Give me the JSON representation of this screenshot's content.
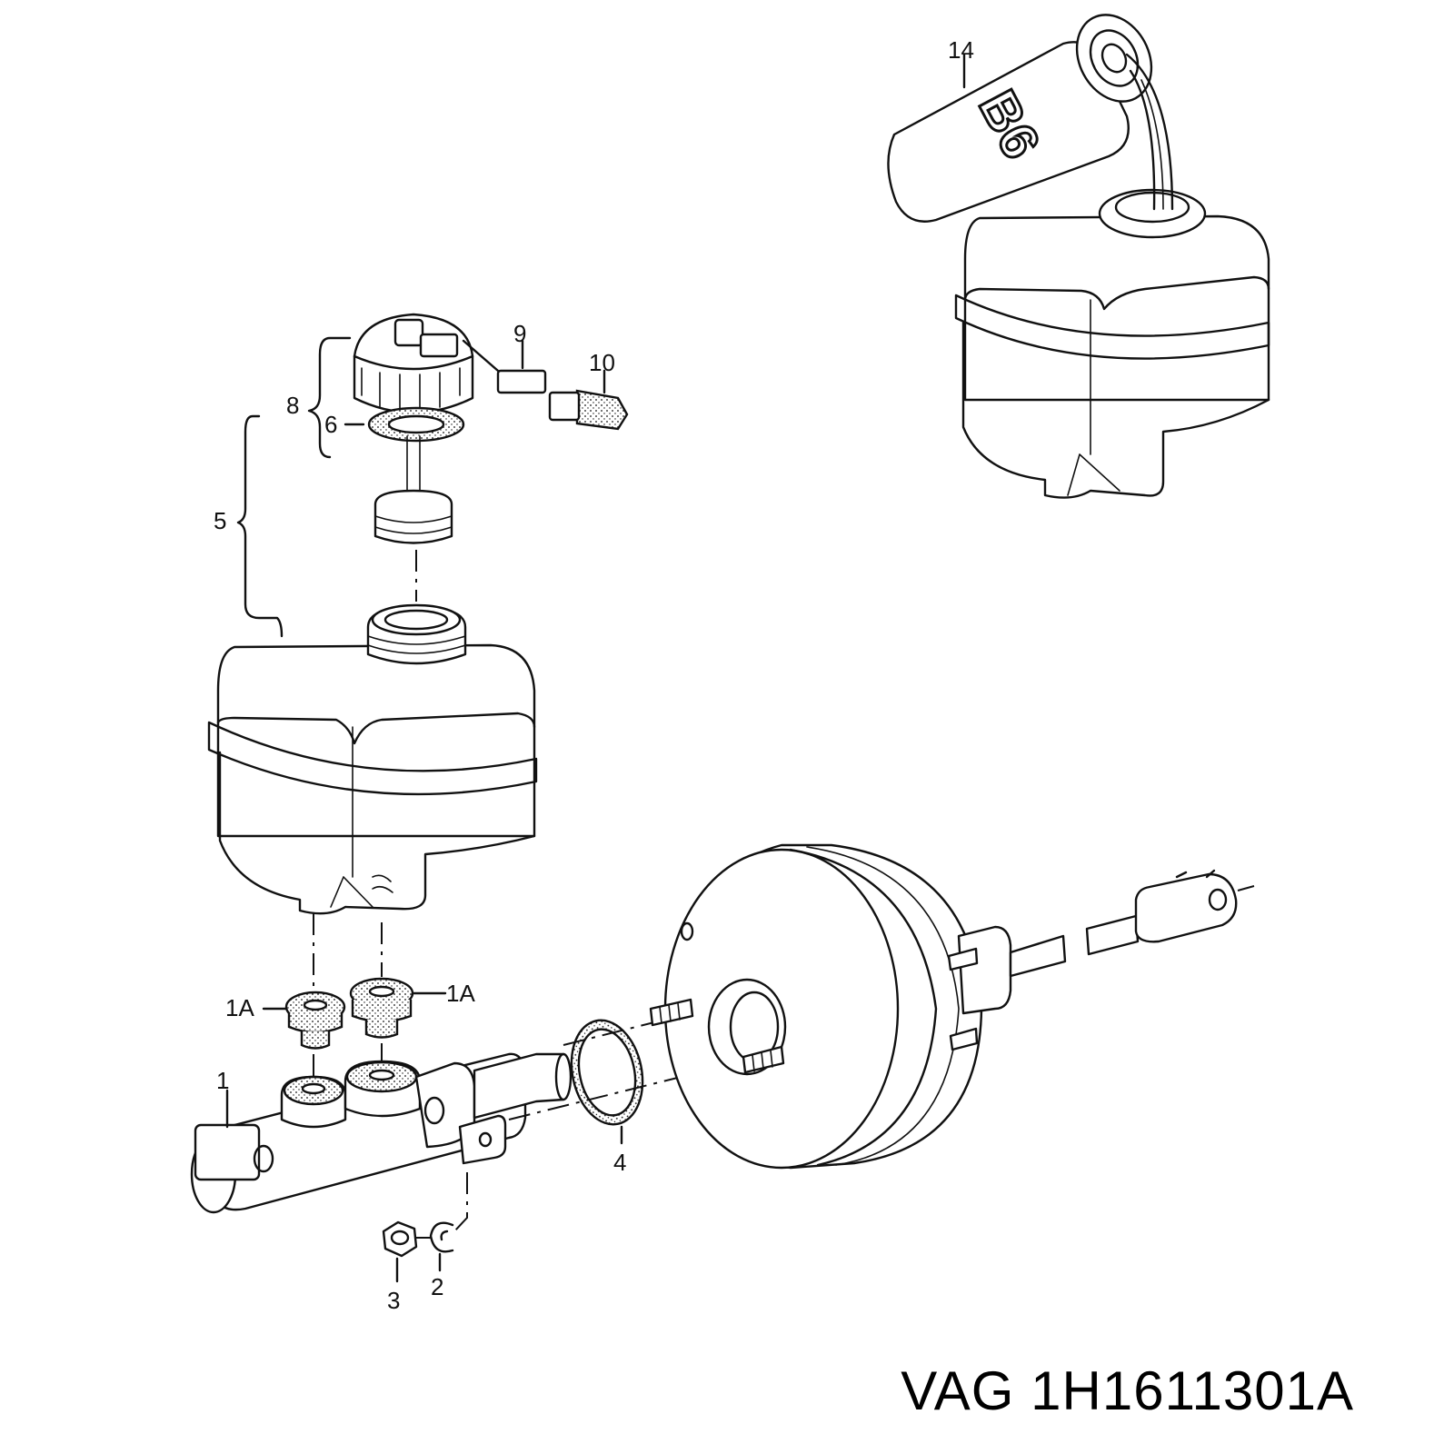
{
  "callouts": {
    "c1": "1",
    "c1a_left": "1A",
    "c1a_right": "1A",
    "c2": "2",
    "c3": "3",
    "c4": "4",
    "c5": "5",
    "c6": "6",
    "c8": "8",
    "c9": "9",
    "c10": "10",
    "c14": "14"
  },
  "bottle_label": "B6",
  "caption": "VAG 1H1611301A",
  "colors": {
    "ink": "#111111",
    "background": "#ffffff"
  }
}
